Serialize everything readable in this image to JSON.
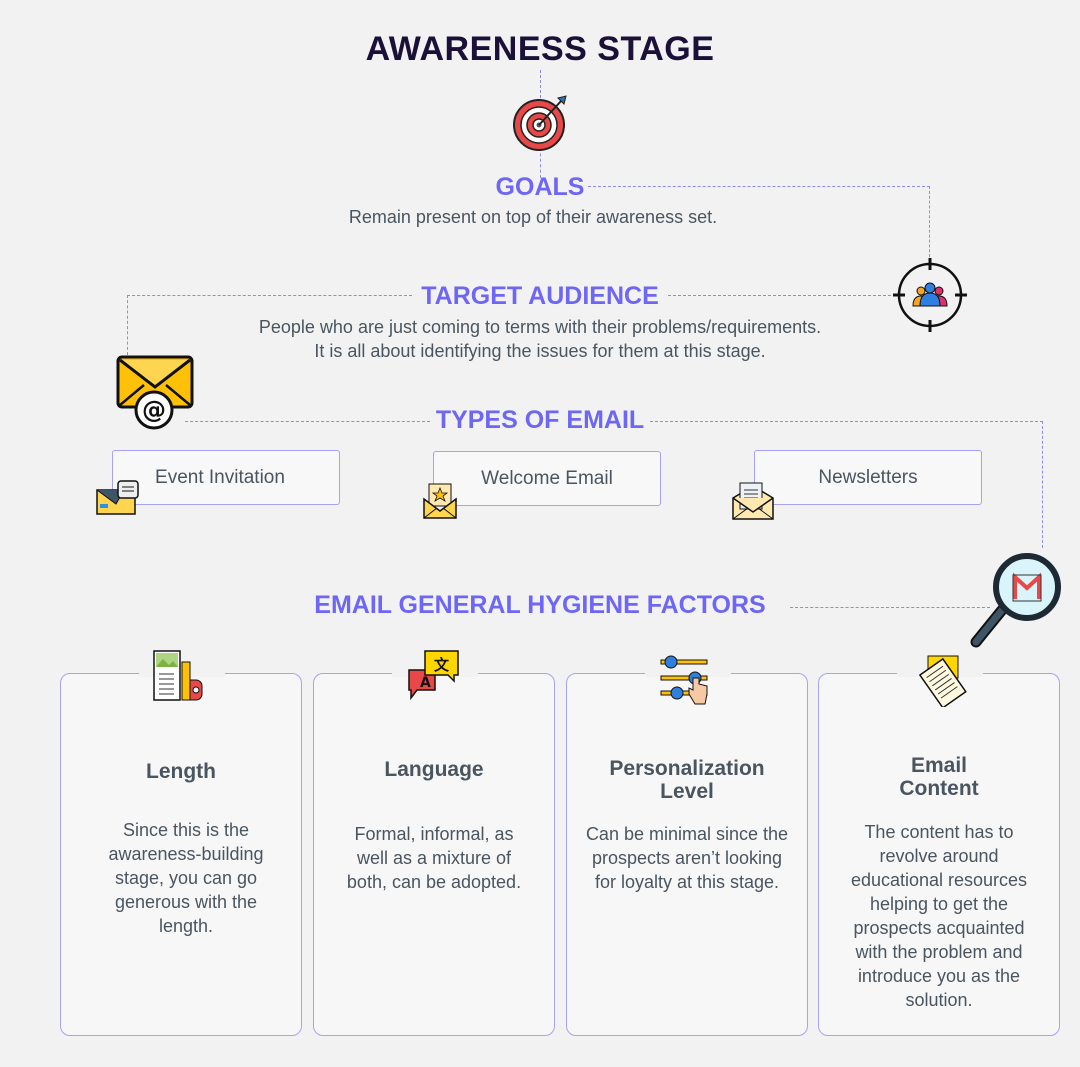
{
  "title": "AWARENESS STAGE",
  "goals": {
    "heading": "GOALS",
    "text": "Remain present on top of their awareness set."
  },
  "audience": {
    "heading": "TARGET AUDIENCE",
    "lines": [
      "People who are just coming to terms with their problems/requirements.",
      "It is all about identifying the issues for them at this stage."
    ]
  },
  "types": {
    "heading": "TYPES OF EMAIL",
    "items": [
      {
        "label": "Event Invitation",
        "icon": "event-invitation-icon"
      },
      {
        "label": "Welcome Email",
        "icon": "welcome-email-icon"
      },
      {
        "label": "Newsletters",
        "icon": "newsletter-icon"
      }
    ]
  },
  "hygiene": {
    "heading": "EMAIL GENERAL HYGIENE FACTORS",
    "cards": [
      {
        "title": "Length",
        "body": "Since this is the awareness-building stage, you can go generous with the length.",
        "icon": "length-icon"
      },
      {
        "title": "Language",
        "body": "Formal, informal, as well as a mixture of both, can be adopted.",
        "icon": "translation-icon"
      },
      {
        "title": "Personalization Level",
        "body": "Can be minimal since the prospects aren’t looking for loyalty at this stage.",
        "icon": "sliders-icon"
      },
      {
        "title": "Email Content",
        "body": "The content has to revolve around educational resources helping to get the prospects acquainted with the problem and introduce you as the solution.",
        "icon": "document-icon"
      }
    ]
  },
  "colors": {
    "heading": "#6e66f4",
    "title": "#1a1038",
    "text": "#4a5560",
    "border": "#a7a2f4"
  }
}
